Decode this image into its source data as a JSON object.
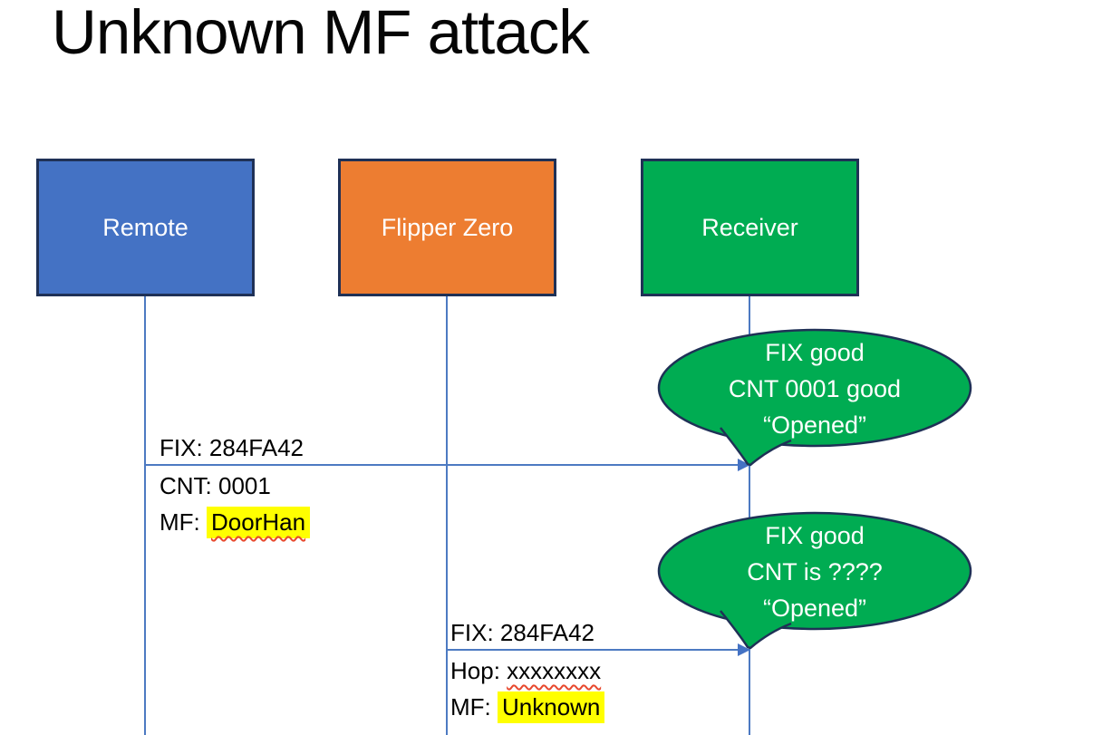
{
  "title": "Unknown MF attack",
  "actors": [
    {
      "label": "Remote",
      "fill": "#4472C4"
    },
    {
      "label": "Flipper Zero",
      "fill": "#ED7D31"
    },
    {
      "label": "Receiver",
      "fill": "#00AC52"
    }
  ],
  "messages": [
    {
      "from": "Remote",
      "to": "Receiver",
      "above": "FIX: 284FA42",
      "below": [
        {
          "text": "CNT: 0001"
        },
        {
          "prefix": "MF: ",
          "value": "DoorHan",
          "highlighted": true,
          "spellcheck_underline": true
        }
      ]
    },
    {
      "from": "Flipper Zero",
      "to": "Receiver",
      "above": "FIX: 284FA42",
      "below": [
        {
          "prefix": "Hop: ",
          "value": "xxxxxxxx",
          "spellcheck_underline": true
        },
        {
          "prefix": "MF: ",
          "value": "Unknown",
          "highlighted": true
        }
      ]
    }
  ],
  "callouts": [
    {
      "lines": [
        "FIX good",
        "CNT 0001 good",
        "“Opened”"
      ]
    },
    {
      "lines": [
        "FIX good",
        "CNT is ????",
        "“Opened”"
      ]
    }
  ],
  "colors": {
    "actor_remote": "#4472C4",
    "actor_flipper_zero": "#ED7D31",
    "actor_receiver": "#00AC52",
    "shape_border": "#1F3156",
    "lifeline_and_arrow": "#4D7AC2",
    "highlight": "#FFFF00",
    "spellcheck_squiggle": "#E8492E",
    "callout_fill": "#00AC52",
    "text_on_shapes": "#FFFFFF",
    "label_text": "#000000"
  }
}
